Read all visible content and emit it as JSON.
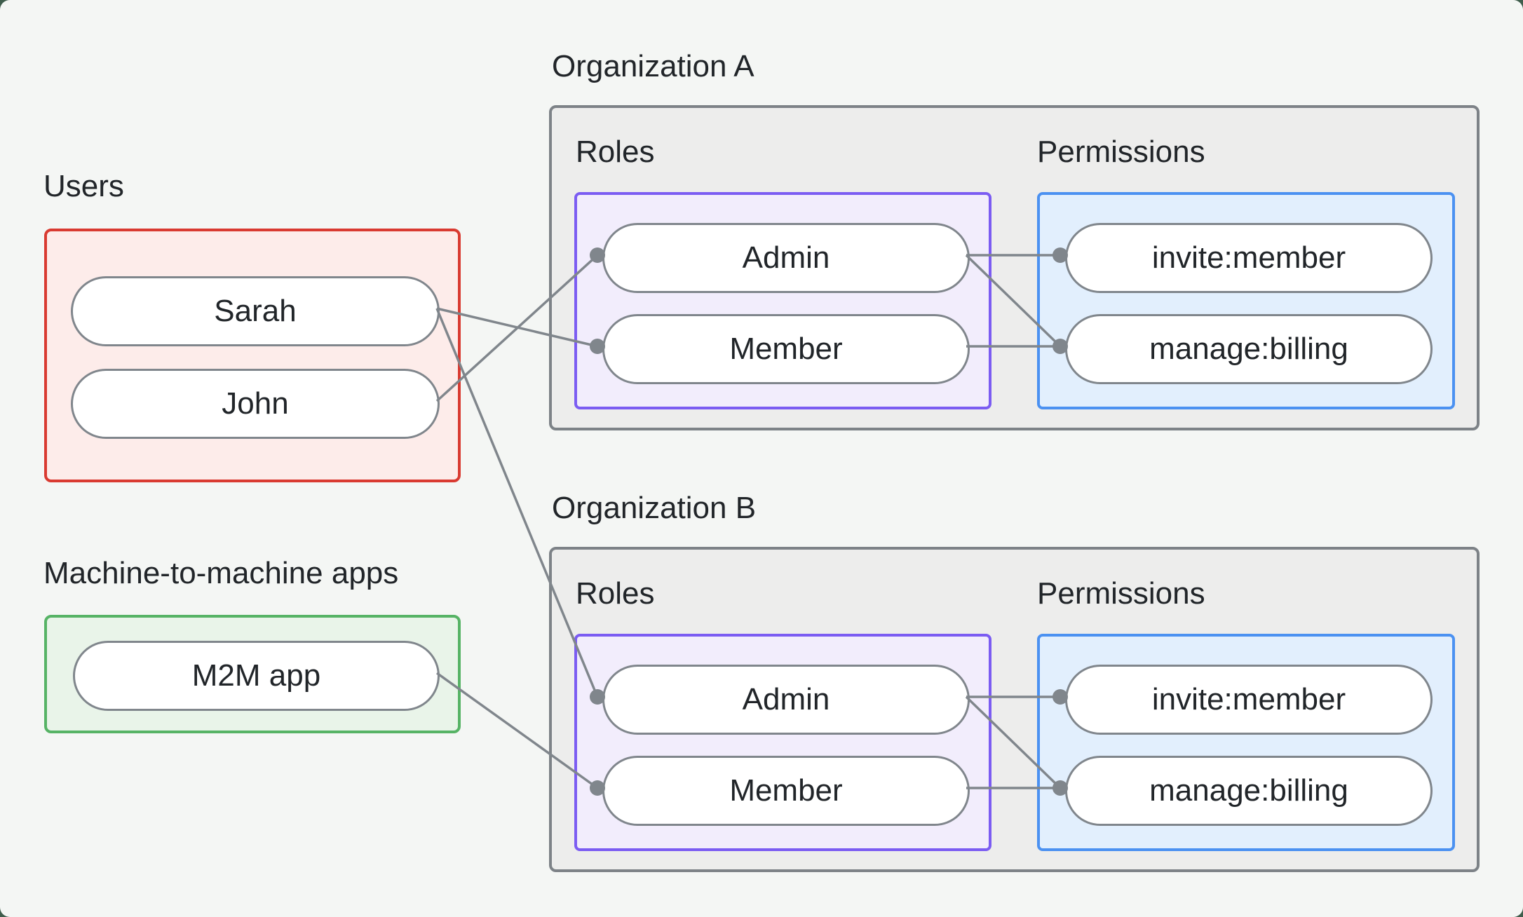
{
  "page": {
    "bg_outer": "#3f5d4c",
    "bg_panel": "#f4f6f4"
  },
  "users_group": {
    "label": "Users",
    "members": [
      {
        "label": "Sarah"
      },
      {
        "label": "John"
      }
    ]
  },
  "m2m_group": {
    "label": "Machine-to-machine apps",
    "members": [
      {
        "label": "M2M app"
      }
    ]
  },
  "organizations": [
    {
      "title": "Organization A",
      "roles_label": "Roles",
      "permissions_label": "Permissions",
      "roles": [
        {
          "label": "Admin"
        },
        {
          "label": "Member"
        }
      ],
      "permissions": [
        {
          "label": "invite:member"
        },
        {
          "label": "manage:billing"
        }
      ]
    },
    {
      "title": "Organization B",
      "roles_label": "Roles",
      "permissions_label": "Permissions",
      "roles": [
        {
          "label": "Admin"
        },
        {
          "label": "Member"
        }
      ],
      "permissions": [
        {
          "label": "invite:member"
        },
        {
          "label": "manage:billing"
        }
      ]
    }
  ],
  "connections": [
    {
      "from": "Sarah",
      "to": "Organization A / Member"
    },
    {
      "from": "Sarah",
      "to": "Organization B / Admin"
    },
    {
      "from": "John",
      "to": "Organization A / Admin"
    },
    {
      "from": "M2M app",
      "to": "Organization B / Member"
    },
    {
      "from": "Organization A / Admin",
      "to": "Organization A / invite:member"
    },
    {
      "from": "Organization A / Admin",
      "to": "Organization A / manage:billing"
    },
    {
      "from": "Organization A / Member",
      "to": "Organization A / manage:billing"
    },
    {
      "from": "Organization B / Admin",
      "to": "Organization B / invite:member"
    },
    {
      "from": "Organization B / Admin",
      "to": "Organization B / manage:billing"
    },
    {
      "from": "Organization B / Member",
      "to": "Organization B / manage:billing"
    }
  ],
  "colors": {
    "users_border": "#d93a31",
    "users_fill": "#fdecea",
    "m2m_border": "#56b365",
    "m2m_fill": "#e9f4e9",
    "roles_border": "#7b5cf2",
    "roles_fill": "#f2edfc",
    "permissions_border": "#4b91f1",
    "permissions_fill": "#e2effd",
    "org_border": "#7d8287",
    "org_fill": "#ededec",
    "edge": "#80868c",
    "node_border": "#80868c",
    "text": "#212529"
  }
}
